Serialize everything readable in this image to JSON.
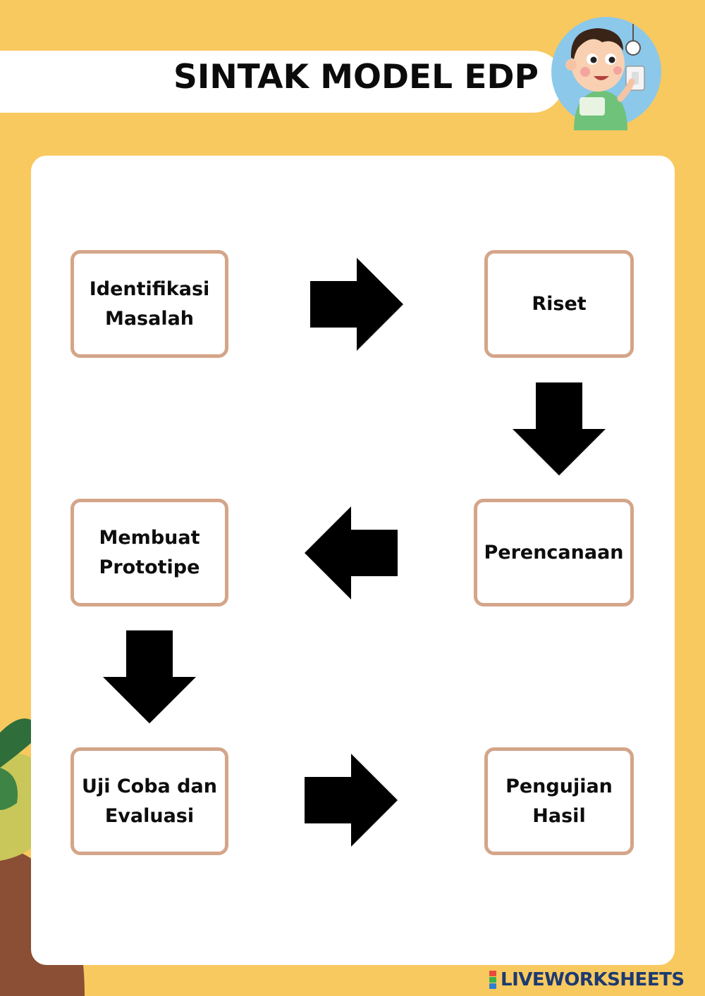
{
  "title": "SINTAK MODEL EDP",
  "steps": [
    {
      "label": "Identifikasi Masalah"
    },
    {
      "label": "Riset"
    },
    {
      "label": "Perencanaan"
    },
    {
      "label": "Membuat Prototipe"
    },
    {
      "label": "Uji Coba dan Evaluasi"
    },
    {
      "label": "Pengujian Hasil"
    }
  ],
  "arrows": [
    {
      "direction": "right",
      "from": "Identifikasi Masalah",
      "to": "Riset"
    },
    {
      "direction": "down",
      "from": "Riset",
      "to": "Perencanaan"
    },
    {
      "direction": "left",
      "from": "Perencanaan",
      "to": "Membuat Prototipe"
    },
    {
      "direction": "down",
      "from": "Membuat Prototipe",
      "to": "Uji Coba dan Evaluasi"
    },
    {
      "direction": "right",
      "from": "Uji Coba dan Evaluasi",
      "to": "Pengujian Hasil"
    }
  ],
  "brand": {
    "text": "LIVEWORKSHEETS",
    "icon": "liveworksheets-logo-icon"
  },
  "colors": {
    "background": "#f8c95f",
    "panel": "#ffffff",
    "box_border": "#d4a589",
    "arrow": "#000000",
    "brand": "#1d3a70"
  }
}
